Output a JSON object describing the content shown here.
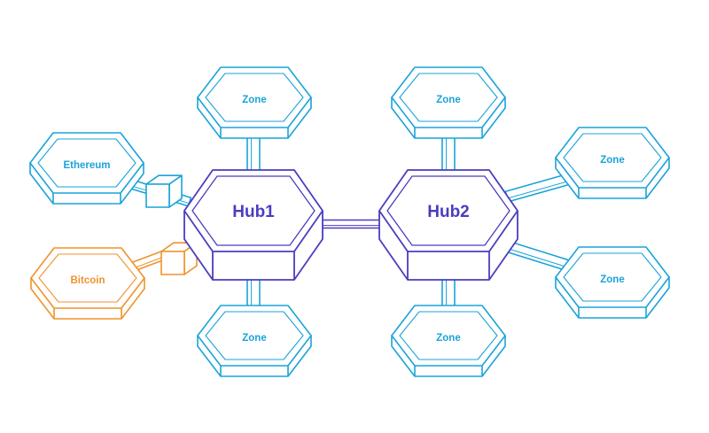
{
  "colors": {
    "hub": "#4a3dbf",
    "zone": "#1aa3d9",
    "bitcoin": "#f0922b",
    "background": "#ffffff"
  },
  "hubs": [
    {
      "id": "hub1",
      "label": "Hub1"
    },
    {
      "id": "hub2",
      "label": "Hub2"
    }
  ],
  "zones": [
    {
      "id": "zone-top-left",
      "label": "Zone"
    },
    {
      "id": "zone-top-right",
      "label": "Zone"
    },
    {
      "id": "zone-right-upper",
      "label": "Zone"
    },
    {
      "id": "zone-right-lower",
      "label": "Zone"
    },
    {
      "id": "zone-bottom-left",
      "label": "Zone"
    },
    {
      "id": "zone-bottom-right",
      "label": "Zone"
    }
  ],
  "external_chains": [
    {
      "id": "ethereum",
      "label": "Ethereum"
    },
    {
      "id": "bitcoin",
      "label": "Bitcoin"
    }
  ]
}
